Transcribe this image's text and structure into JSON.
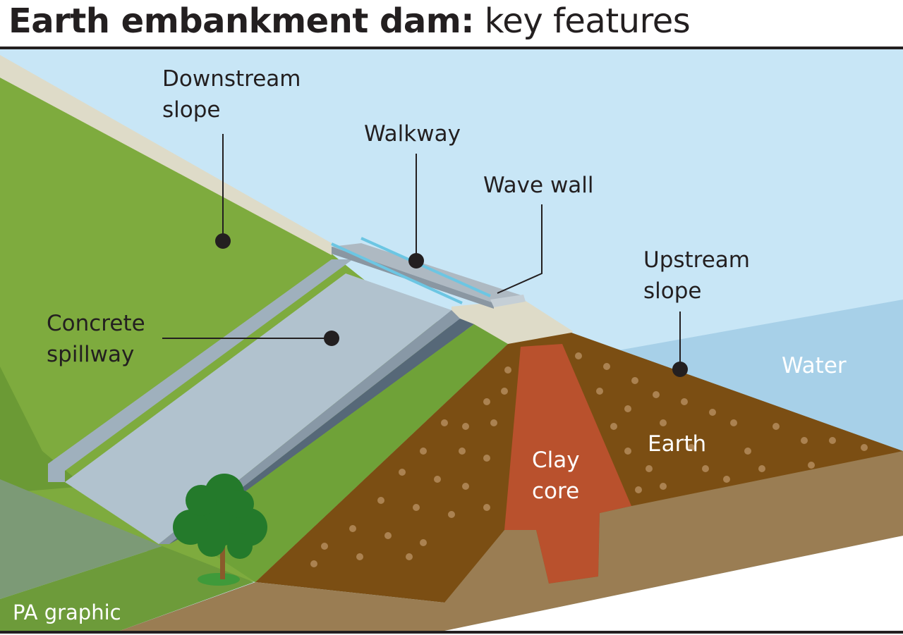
{
  "header": {
    "title_bold": "Earth embankment dam:",
    "title_rest": " key features"
  },
  "labels": {
    "downstream_slope": [
      "Downstream",
      "slope"
    ],
    "walkway": "Walkway",
    "wave_wall": "Wave wall",
    "upstream_slope": [
      "Upstream",
      "slope"
    ],
    "concrete_spillway": [
      "Concrete",
      "spillway"
    ],
    "water": "Water",
    "earth": "Earth",
    "clay_core": [
      "Clay",
      "core"
    ]
  },
  "credit": "PA graphic",
  "colors": {
    "sky": "#c8e6f6",
    "water": "#a7d0e8",
    "grass": "#7eab3e",
    "grass_dark": "#6b9a35",
    "crest": "#dedbc8",
    "spillway": "#b1c2ce",
    "earth": "#7b4e13",
    "clay": "#b9512d",
    "ground": "#9a7d53",
    "walkway_rail": "#6cc6e3"
  }
}
